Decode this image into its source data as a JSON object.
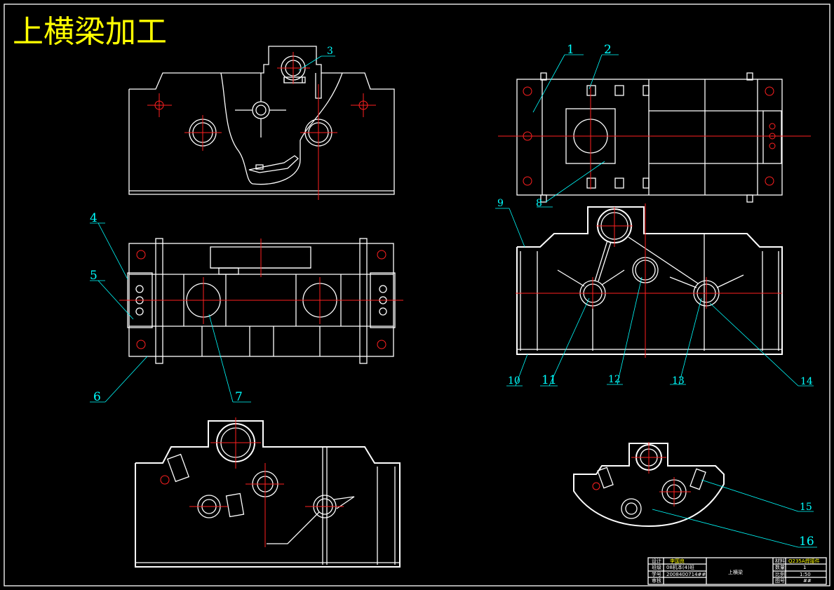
{
  "drawing": {
    "title": "上横梁加工",
    "colors": {
      "background": "#000000",
      "outline": "#ffffff",
      "centerline": "#ff2020",
      "callout": "#00ffff",
      "title": "#ffff00"
    },
    "callouts": [
      "1",
      "2",
      "3",
      "4",
      "5",
      "6",
      "7",
      "8",
      "9",
      "10",
      "11",
      "12",
      "13",
      "14",
      "15",
      "16"
    ]
  },
  "title_block": {
    "rows": [
      [
        "设计",
        "李国良",
        "",
        "上横梁",
        "材料",
        "Q235A焊接件"
      ],
      [
        "班级",
        "08机本(4)班",
        "",
        "",
        "数量",
        "1"
      ],
      [
        "学号",
        "2008400714##",
        "",
        "",
        "比例",
        "1:50"
      ],
      [
        "审核",
        "",
        "",
        "",
        "图号",
        "##"
      ]
    ]
  }
}
